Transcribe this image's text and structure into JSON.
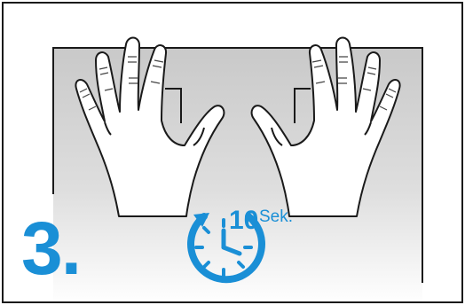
{
  "step": {
    "number": "3."
  },
  "timer": {
    "value": "10",
    "unit": "Sek."
  },
  "colors": {
    "accent": "#1a8fd6",
    "outline": "#1a1a1a",
    "surface_top": "#cfcfcf",
    "surface_bottom": "#ffffff"
  },
  "icons": {
    "timer": "stopwatch-icon",
    "hands": "hands-on-surface"
  }
}
